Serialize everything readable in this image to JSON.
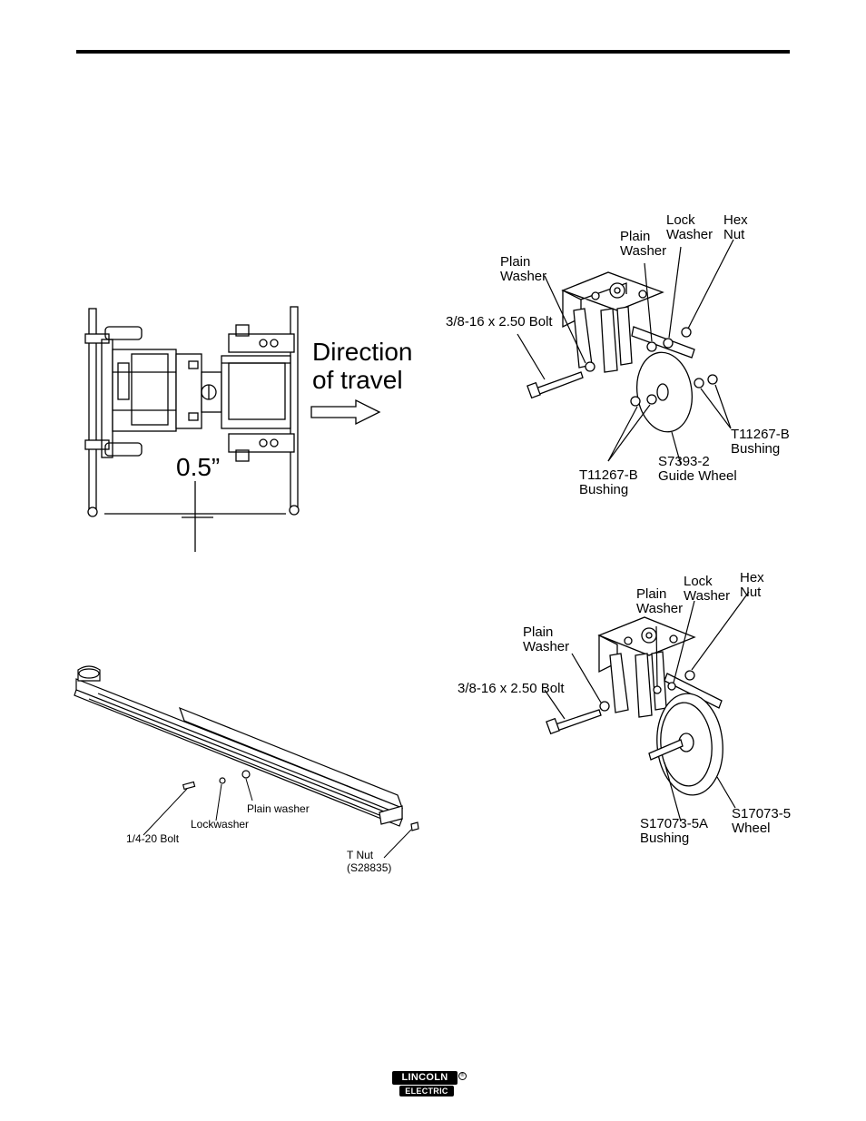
{
  "top_left_figure": {
    "direction_label": "Direction of travel",
    "offset_label": "0.5”"
  },
  "guide_wheel_figure": {
    "labels": {
      "plain_washer_left": "Plain Washer",
      "plain_washer_right": "Plain Washer",
      "lock_washer": "Lock Washer",
      "hex_nut": "Hex Nut",
      "bolt": "3/8-16 x 2.50 Bolt",
      "bushing_right": "T11267-B Bushing",
      "bushing_left": "T11267-B Bushing",
      "guide_wheel": "S7393-2 Guide Wheel"
    }
  },
  "rail_figure": {
    "labels": {
      "bolt": "1/4-20 Bolt",
      "lockwasher": "Lockwasher",
      "plain_washer": "Plain washer",
      "t_nut": "T Nut",
      "t_nut_part": "(S28835)"
    }
  },
  "wheel_figure": {
    "labels": {
      "plain_washer_left": "Plain Washer",
      "plain_washer_right": "Plain Washer",
      "lock_washer": "Lock Washer",
      "hex_nut": "Hex Nut",
      "bolt": "3/8-16 x 2.50 Bolt",
      "bushing": "S17073-5A Bushing",
      "wheel": "S17073-5 Wheel"
    }
  },
  "footer": {
    "logo_top": "LINCOLN",
    "logo_bottom": "ELECTRIC",
    "logo_mark": "®"
  }
}
